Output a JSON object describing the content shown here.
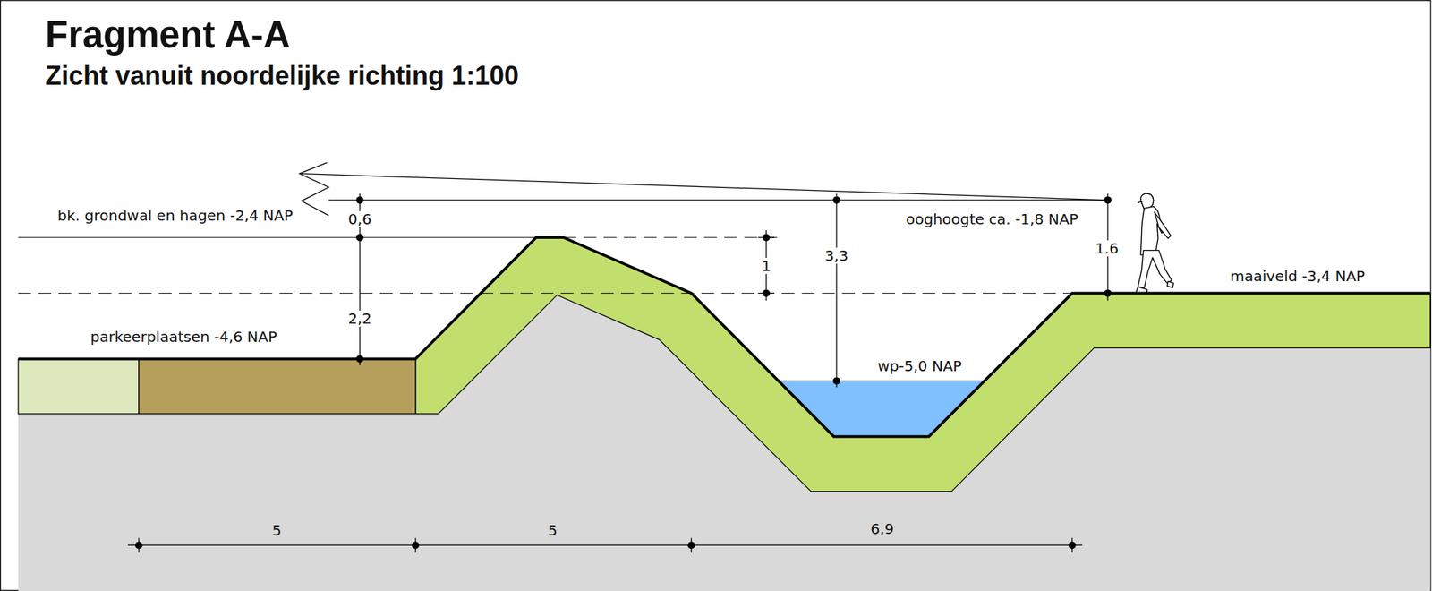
{
  "diagram": {
    "title": "Fragment A-A",
    "caption": "Zicht vanuit noordelijke richting 1:100",
    "labels": [
      "bk. grondwal en hagen -2,4 NAP",
      "0,6",
      "ooghoogte ca. -1,8 NAP",
      "1",
      "3,3",
      "1.6",
      "2,2",
      "parkeerplaatsen -4,6 NAP",
      "maaiveld -3,4 NAP",
      "wp-5,0 NAP",
      "5",
      "5",
      "6,9"
    ]
  }
}
